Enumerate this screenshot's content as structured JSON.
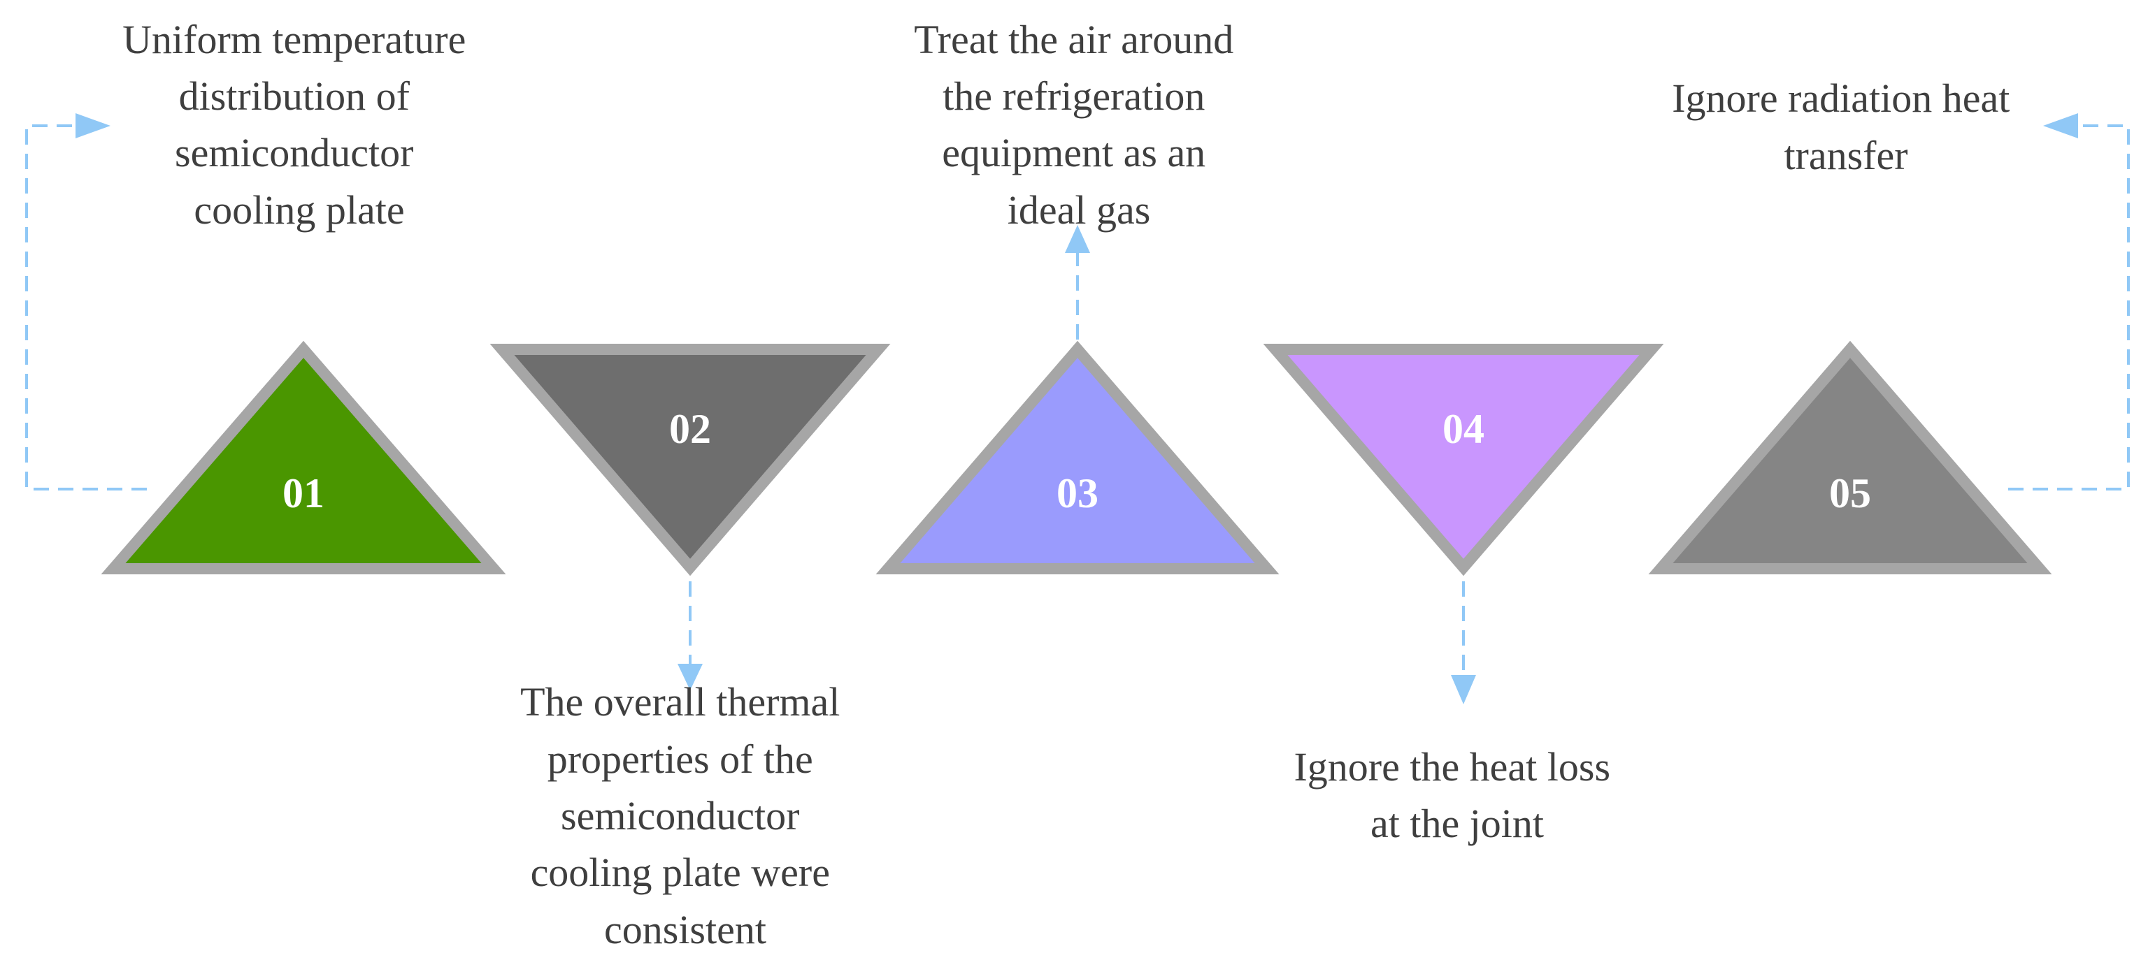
{
  "colors": {
    "connector": "#90c8f6",
    "triangle_border": "#a6a6a6",
    "description_text": "#3f3f3f",
    "number_text": "#ffffff"
  },
  "steps": [
    {
      "number": "01",
      "direction": "up",
      "fill": "#4a9600",
      "text_lines": [
        "Uniform temperature",
        "distribution of",
        "semiconductor",
        "cooling plate"
      ]
    },
    {
      "number": "02",
      "direction": "down",
      "fill": "#6e6e6e",
      "text_lines": [
        "The overall thermal",
        "properties of the",
        "semiconductor",
        "cooling plate were",
        "consistent"
      ]
    },
    {
      "number": "03",
      "direction": "up",
      "fill": "#9a9bfd",
      "text_lines": [
        "Treat the air around",
        "the refrigeration",
        "equipment as an",
        "ideal gas"
      ]
    },
    {
      "number": "04",
      "direction": "down",
      "fill": "#c996fe",
      "text_lines": [
        "Ignore the heat loss",
        "at the joint"
      ]
    },
    {
      "number": "05",
      "direction": "up",
      "fill": "#858585",
      "text_lines": [
        "Ignore radiation heat",
        "transfer"
      ]
    }
  ]
}
